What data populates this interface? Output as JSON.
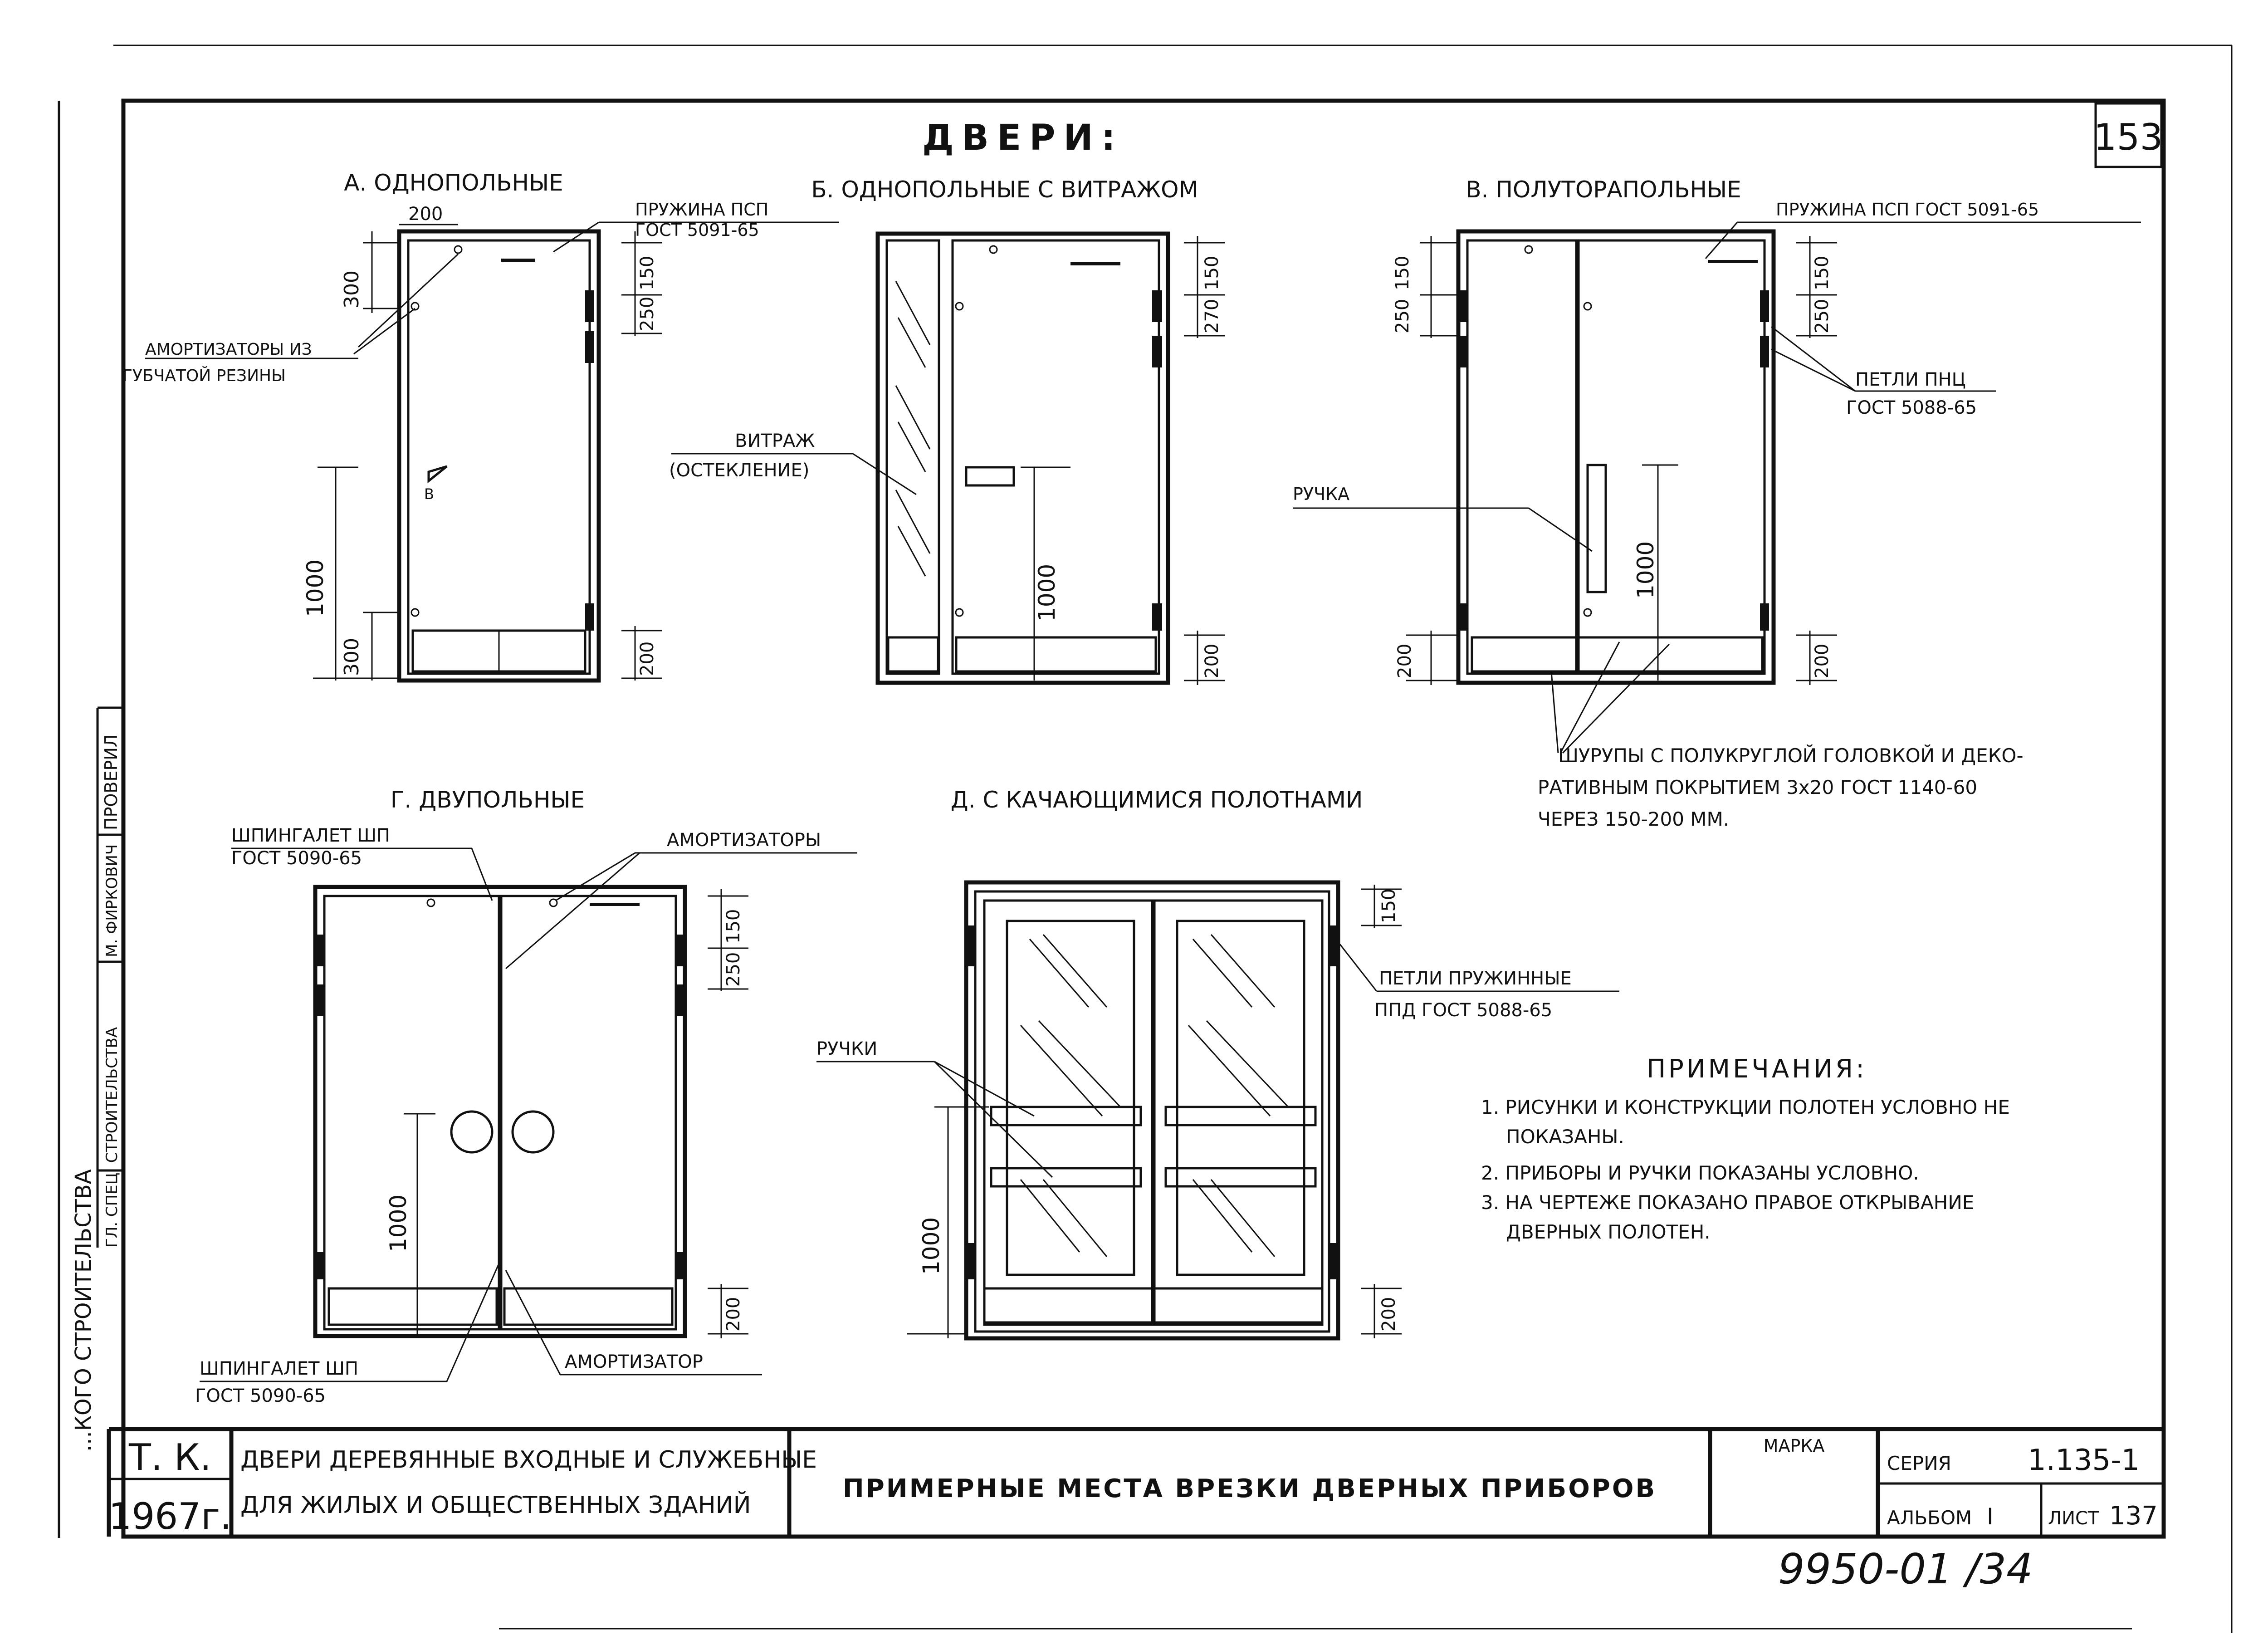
{
  "sheet_number": "153",
  "main_title": "ДВЕРИ:",
  "views": {
    "a": {
      "title": "А. ОДНОПОЛЬНЫЕ",
      "label_spring": "ПРУЖИНА ПСП",
      "label_spring_gost": "ГОСТ 5091-65",
      "label_shock_1": "АМОРТИЗАТОРЫ ИЗ",
      "label_shock_2": "ГУБЧАТОЙ РЕЗИНЫ",
      "handle_mark": "В",
      "dims": [
        "200",
        "300",
        "1000",
        "300",
        "150",
        "250",
        "200"
      ]
    },
    "b": {
      "title": "Б. ОДНОПОЛЬНЫЕ С ВИТРАЖОМ",
      "label_vitrage_1": "ВИТРАЖ",
      "label_vitrage_2": "(ОСТЕКЛЕНИЕ)",
      "dims": [
        "1000",
        "150",
        "270",
        "200"
      ]
    },
    "v": {
      "title": "В. ПОЛУТОРАПОЛЬНЫЕ",
      "label_spring": "ПРУЖИНА ПСП ГОСТ 5091-65",
      "label_hinges_1": "ПЕТЛИ ПНЦ",
      "label_hinges_2": "ГОСТ 5088-65",
      "label_handle": "РУЧКА",
      "dims": [
        "150",
        "250",
        "1000",
        "200",
        "150",
        "250",
        "200"
      ]
    },
    "screws": {
      "line1": "ШУРУПЫ С ПОЛУКРУГЛОЙ ГОЛОВКОЙ И ДЕКО-",
      "line2": "РАТИВНЫМ ПОКРЫТИЕМ 3х20 ГОСТ 1140-60",
      "line3": "ЧЕРЕЗ 150-200 ММ."
    },
    "g": {
      "title": "Г. ДВУПОЛЬНЫЕ",
      "label_bolt_1": "ШПИНГАЛЕТ ШП",
      "label_bolt_gost": "ГОСТ 5090-65",
      "label_shocks": "АМОРТИЗАТОРЫ",
      "label_bolt_bottom_1": "ШПИНГАЛЕТ ШП",
      "label_bolt_bottom_gost": "ГОСТ 5090-65",
      "label_shock_bottom": "АМОРТИЗАТОР",
      "dims": [
        "150",
        "250",
        "1000",
        "200"
      ]
    },
    "d": {
      "title": "Д. С КАЧАЮЩИМИСЯ ПОЛОТНАМИ",
      "label_hinges_1": "ПЕТЛИ ПРУЖИННЫЕ",
      "label_hinges_2": "ППД ГОСТ 5088-65",
      "label_handles": "РУЧКИ",
      "dims": [
        "150",
        "1000",
        "200"
      ]
    }
  },
  "notes": {
    "title": "ПРИМЕЧАНИЯ:",
    "items": [
      "1. РИСУНКИ И КОНСТРУКЦИИ ПОЛОТЕН УСЛОВНО НЕ",
      "ПОКАЗАНЫ.",
      "2. ПРИБОРЫ И РУЧКИ ПОКАЗАНЫ УСЛОВНО.",
      "3. НА ЧЕРТЕЖЕ ПОКАЗАНО ПРАВОЕ ОТКРЫВАНИЕ",
      "ДВЕРНЫХ ПОЛОТЕН."
    ]
  },
  "side_stamp": {
    "line1": "ПРОВЕРИЛ",
    "line2": "М. ФИРКОВИЧ",
    "line3": "ГЛ. СПЕЦ. СТРОИТЕЛЬСТВА",
    "line4": "...КОГО СТРОИТЕЛЬСТВА"
  },
  "title_block": {
    "org_1": "Т. К.",
    "org_2": "1967г.",
    "desc_1": "ДВЕРИ ДЕРЕВЯННЫЕ ВХОДНЫЕ И СЛУЖЕБНЫЕ",
    "desc_2": "ДЛЯ ЖИЛЫХ И ОБЩЕСТВЕННЫХ ЗДАНИЙ",
    "main": "ПРИМЕРНЫЕ МЕСТА ВРЕЗКИ ДВЕРНЫХ ПРИБОРОВ",
    "mark_label": "МАРКА",
    "series_label": "СЕРИЯ",
    "series_value": "1.135-1",
    "album_label": "АЛЬБОМ",
    "album_value": "I",
    "sheet_label": "ЛИСТ",
    "sheet_value": "137"
  },
  "inventory_number": "9950-01 /34"
}
